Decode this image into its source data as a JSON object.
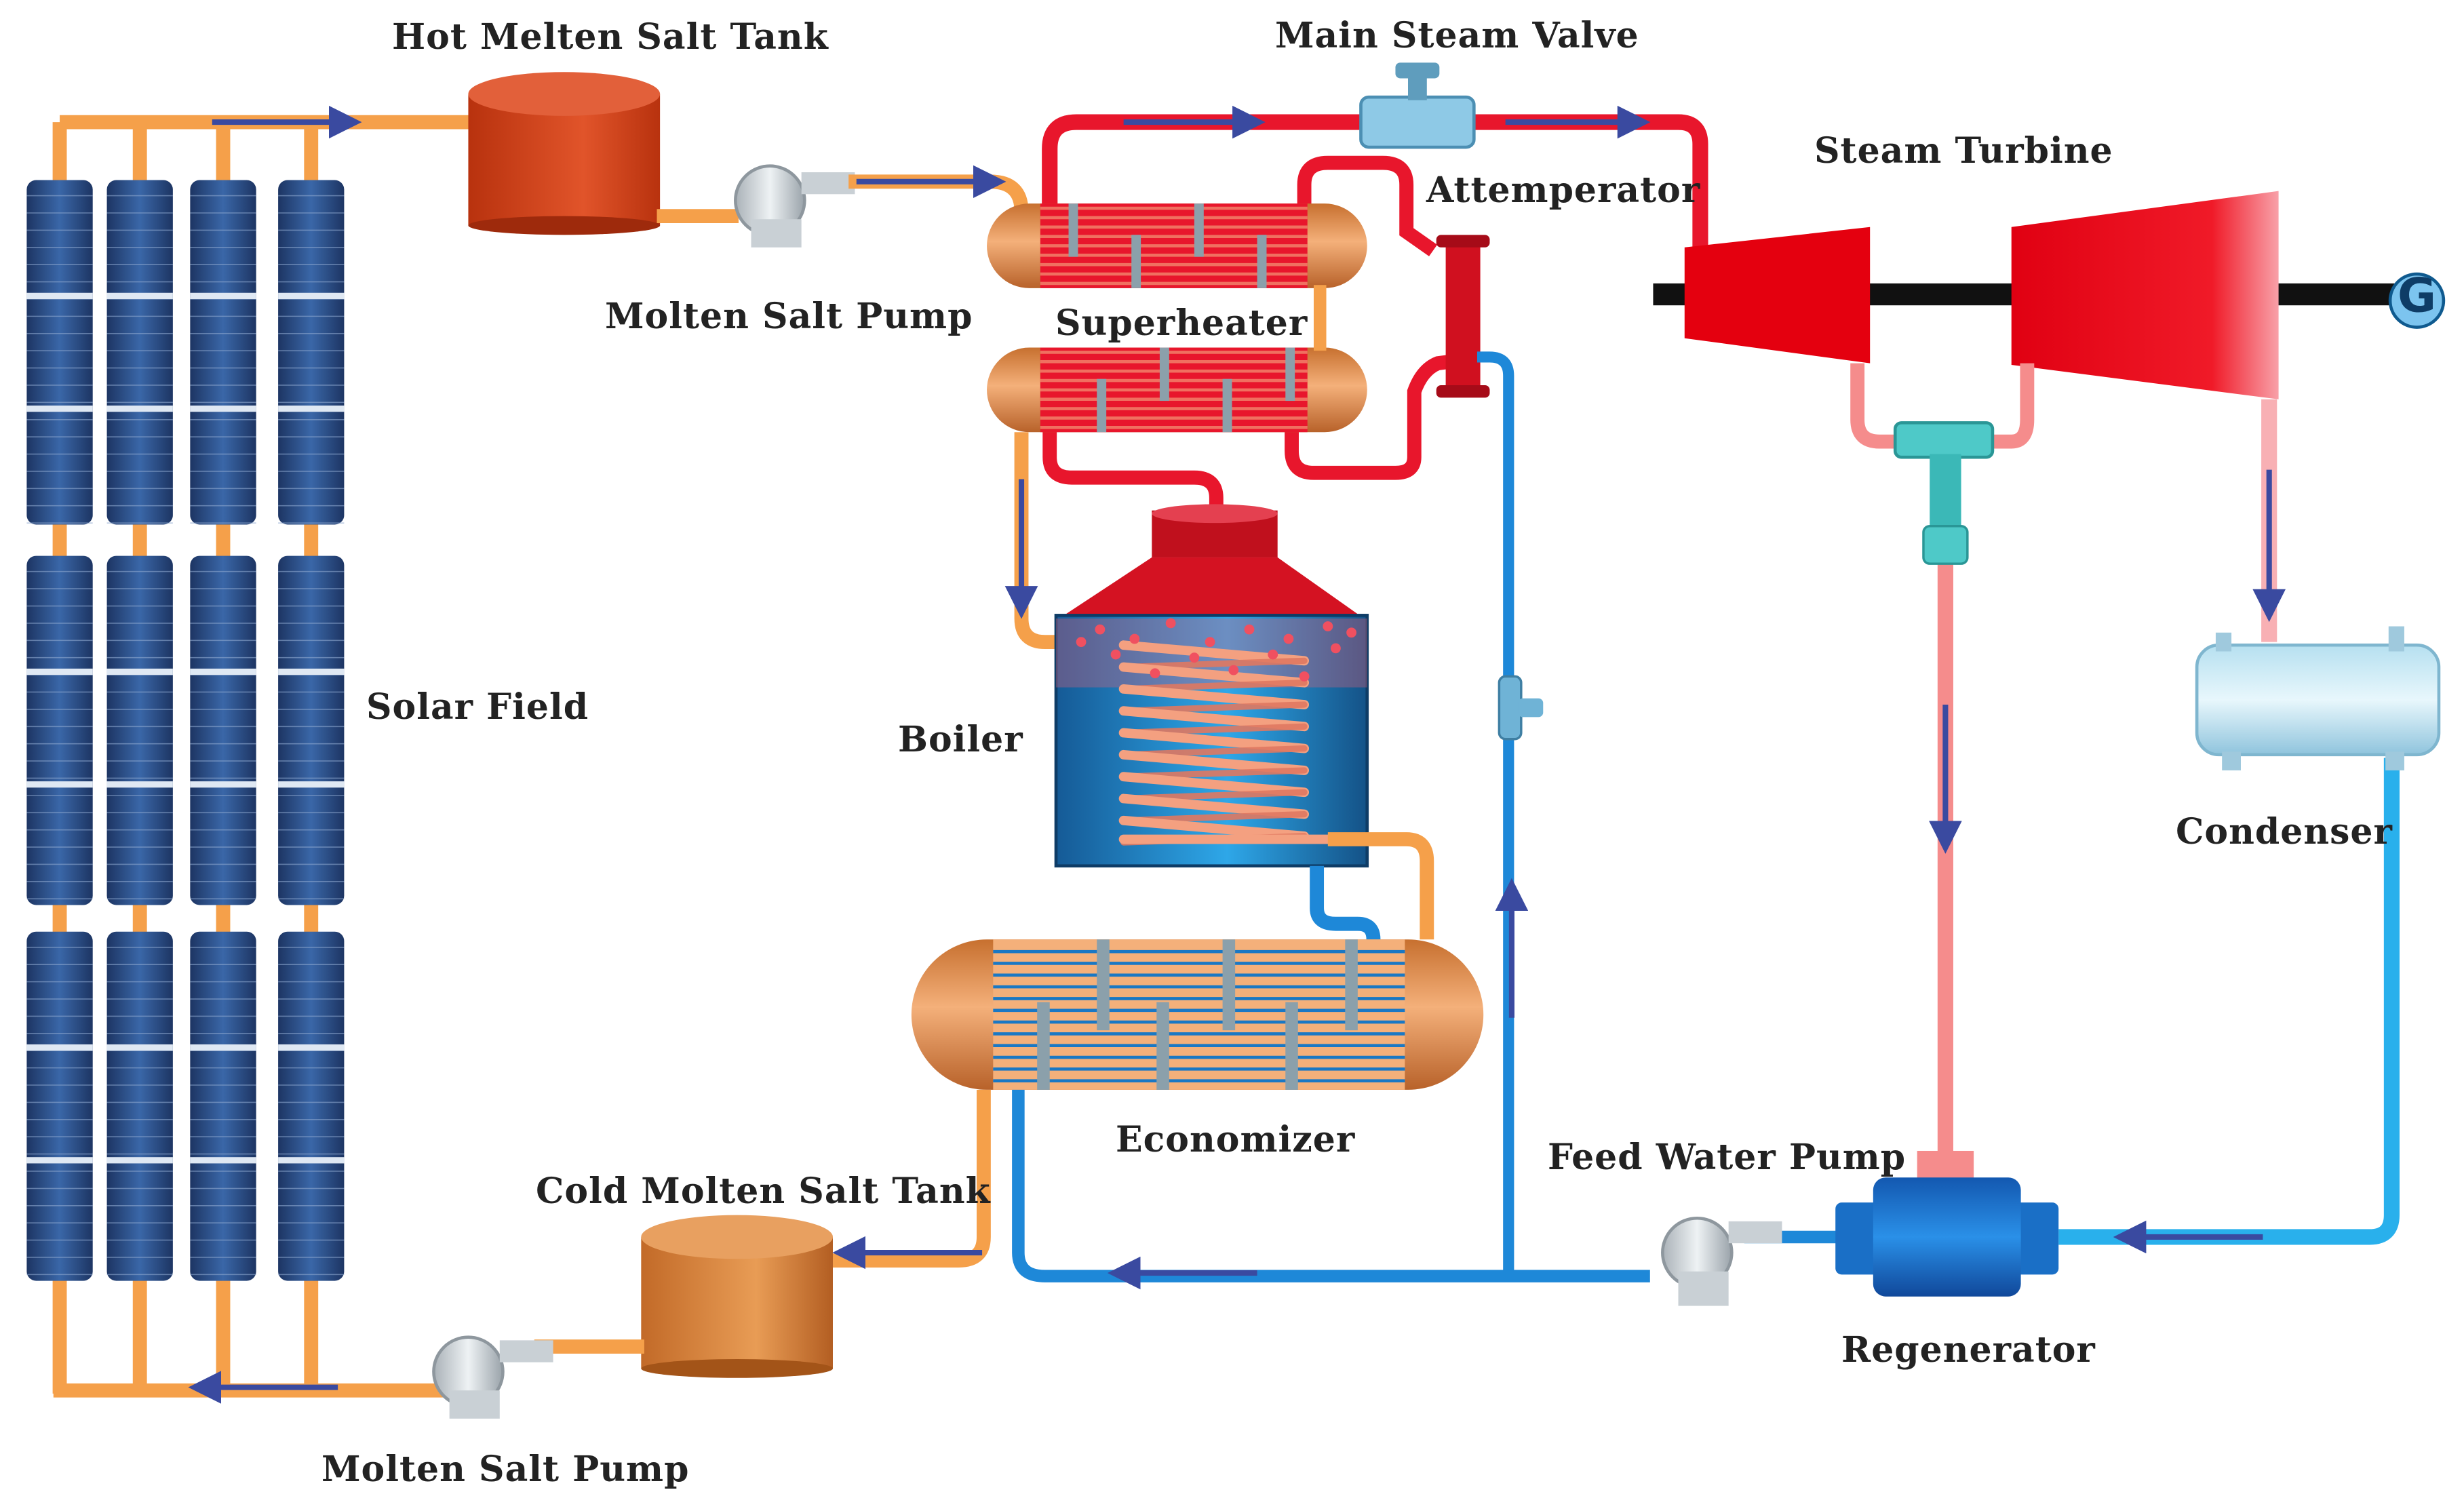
{
  "labels": {
    "hot_tank": "Hot Melten Salt Tank",
    "main_steam_valve": "Main Steam Valve",
    "steam_turbine": "Steam Turbine",
    "attemperator": "Attemperator",
    "molten_salt_pump_top": "Molten Salt Pump",
    "superheater": "Superheater",
    "solar_field": "Solar Field",
    "boiler": "Boiler",
    "condenser": "Condenser",
    "economizer": "Economizer",
    "feed_water_pump": "Feed Water Pump",
    "cold_tank": "Cold Molten Salt Tank",
    "regenerator": "Regenerator",
    "molten_salt_pump_bottom": "Molten Salt Pump",
    "generator_symbol": "G"
  },
  "colors": {
    "molten_salt_pipe": "#f5a04a",
    "steam_pipe": "#e8162c",
    "extraction_pipe": "#f58c8c",
    "water_pipe": "#1e88d8",
    "condensate_pipe": "#29b0ec",
    "flow_arrow": "#3a4aa0",
    "solar_panel": "#2b4a82"
  }
}
